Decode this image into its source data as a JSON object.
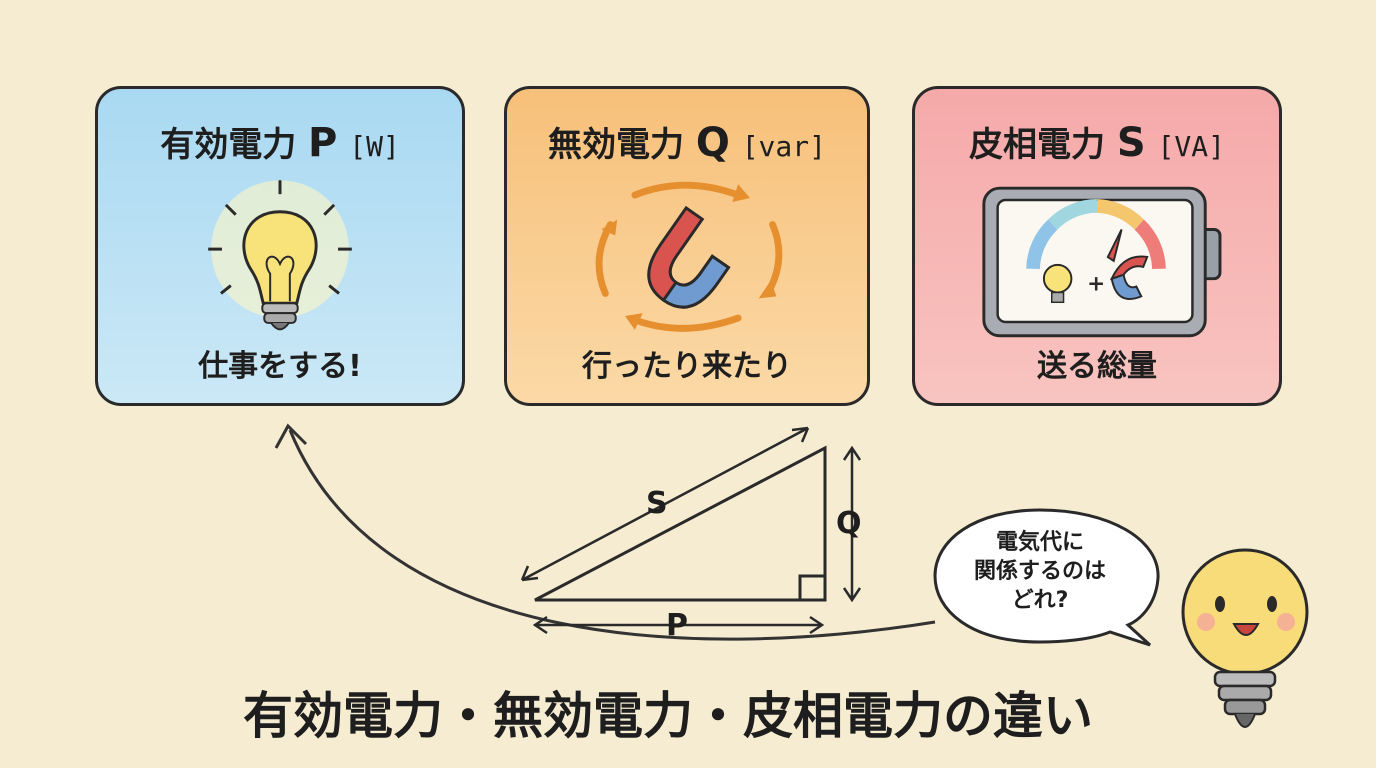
{
  "cards": [
    {
      "title": "有効電力",
      "symbol": "P",
      "unit": "[W]",
      "caption": "仕事をする!",
      "icon": "light-bulb-icon",
      "color": "#a9d9f2"
    },
    {
      "title": "無効電力",
      "symbol": "Q",
      "unit": "[var]",
      "caption": "行ったり来たり",
      "icon": "magnet-cycle-icon",
      "color": "#f7c07a"
    },
    {
      "title": "皮相電力",
      "symbol": "S",
      "unit": "[VA]",
      "caption": "送る総量",
      "icon": "meter-icon",
      "color": "#f5a9a9"
    }
  ],
  "triangle": {
    "hyp": "S",
    "vertical": "Q",
    "base": "P"
  },
  "bubble": {
    "line1": "電気代に",
    "line2": "関係するのは",
    "line3": "どれ?"
  },
  "title": "有効電力・無効電力・皮相電力の違い"
}
